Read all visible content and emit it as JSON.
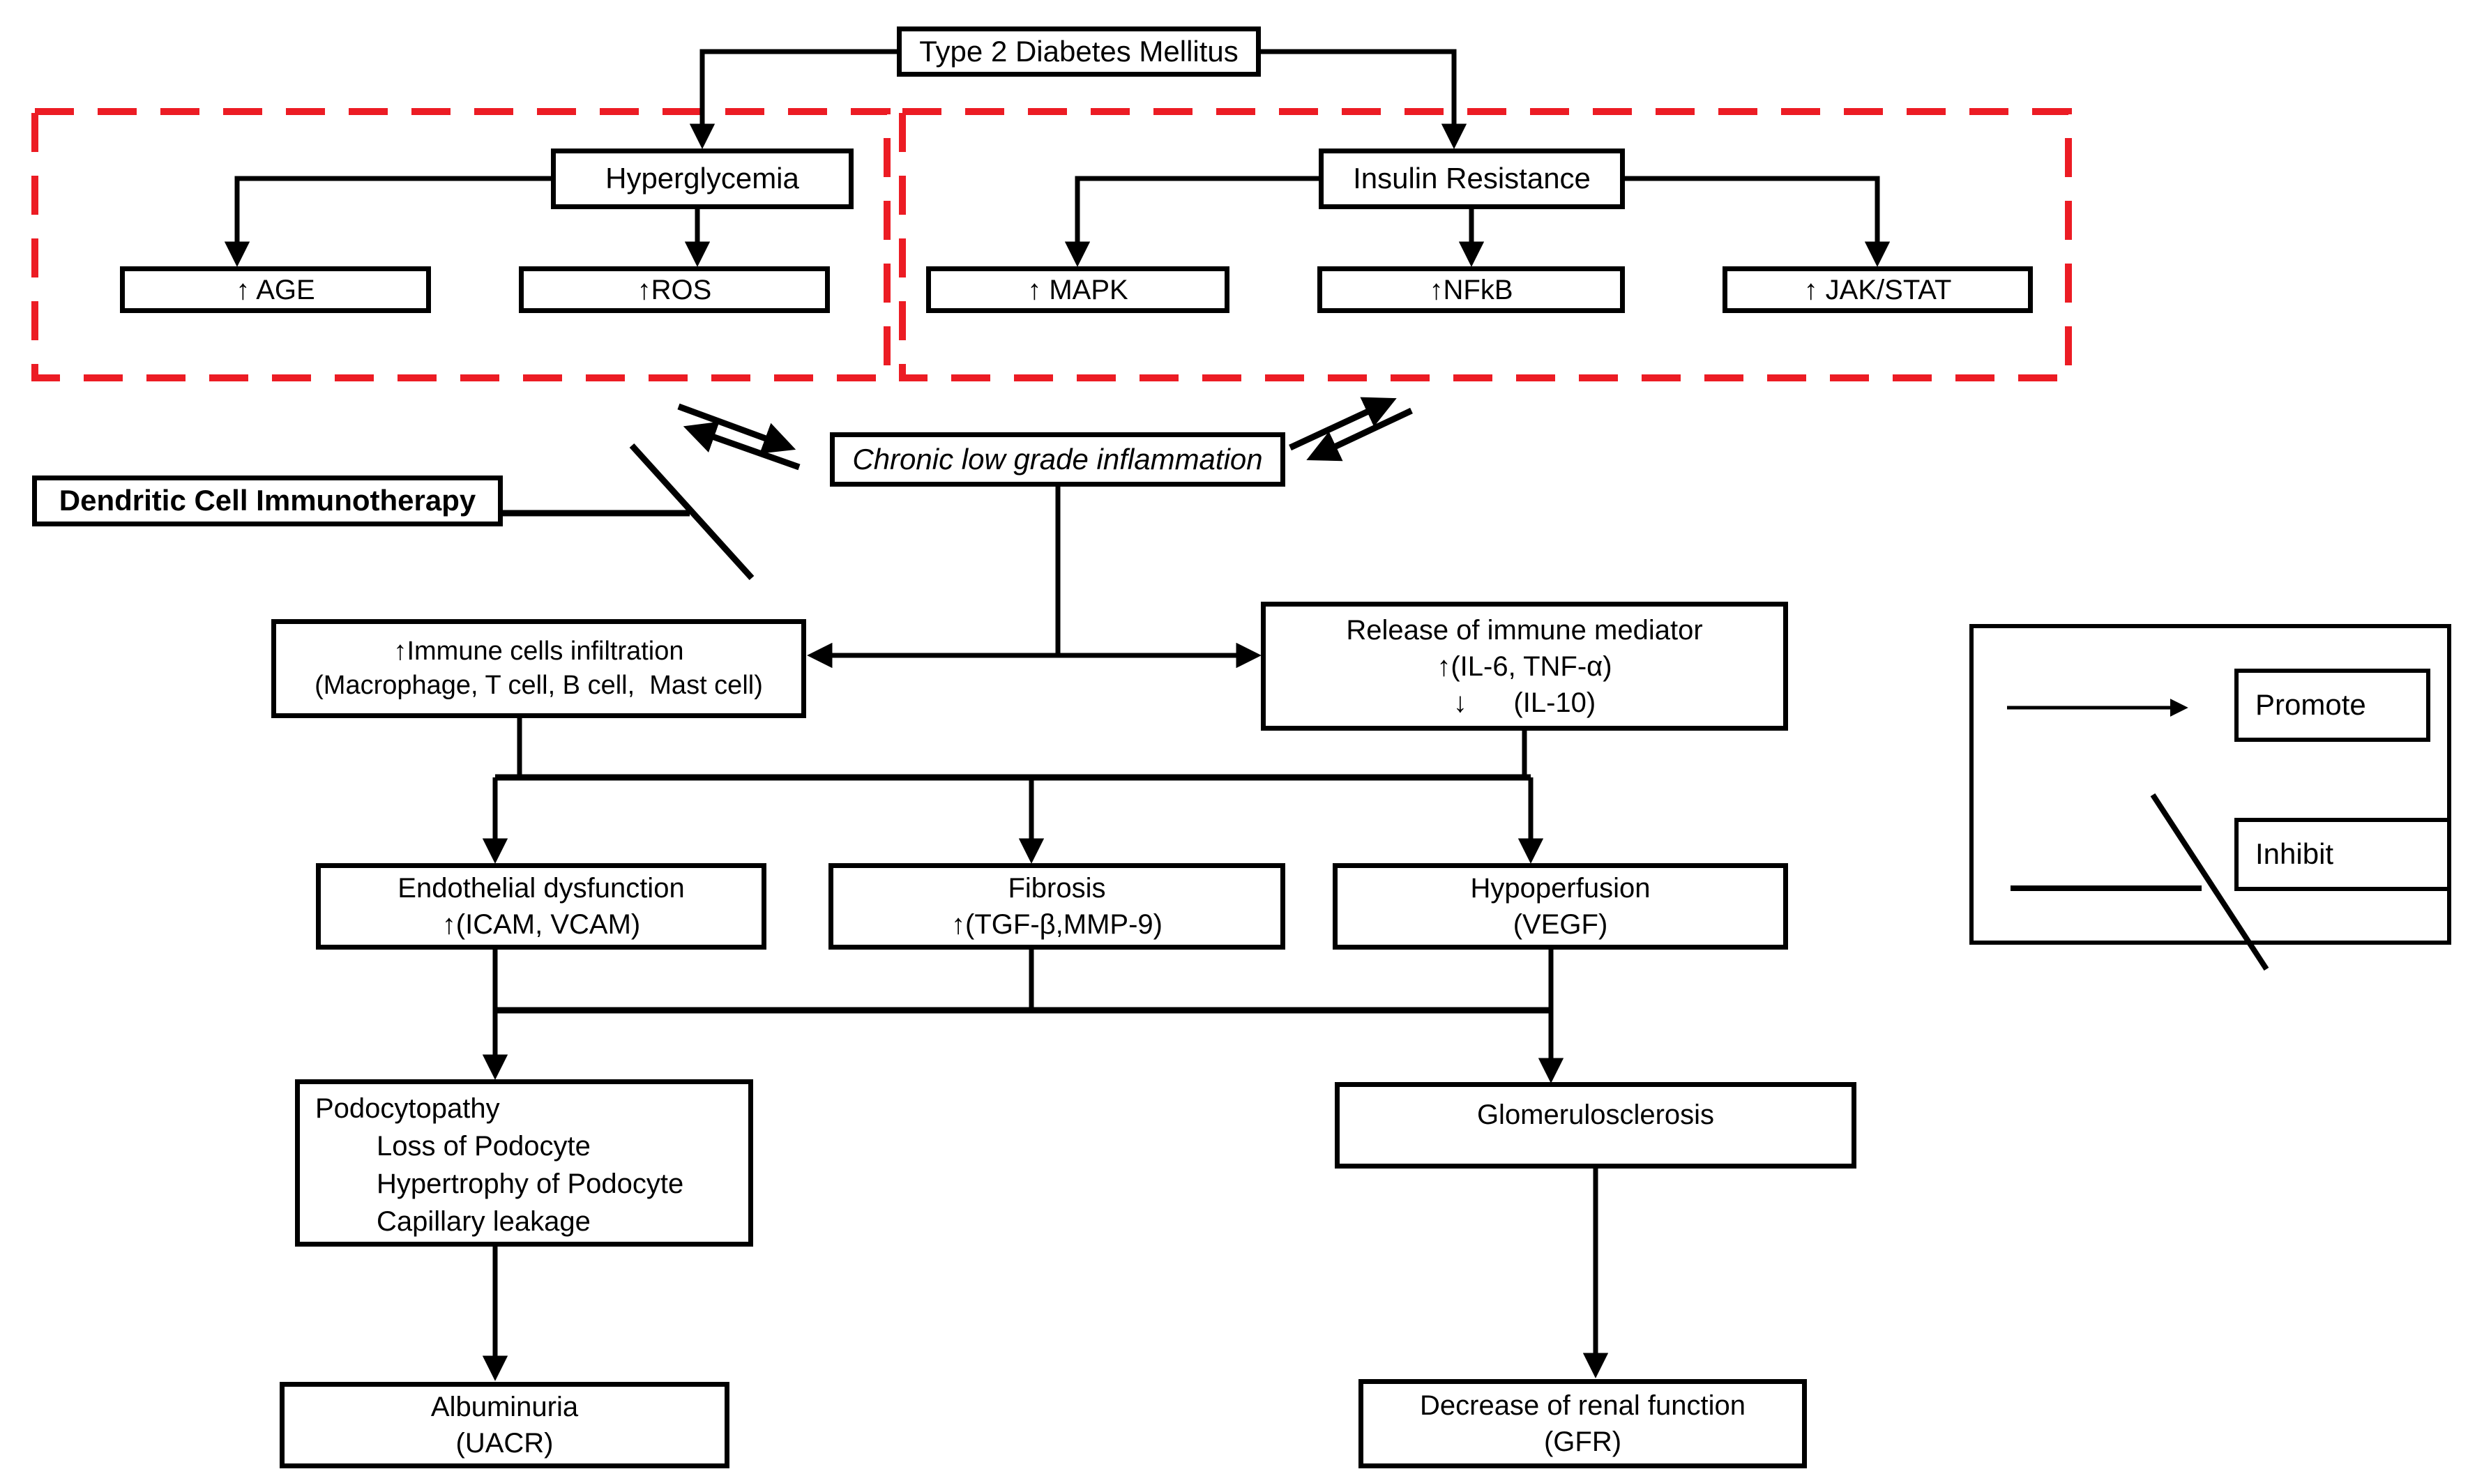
{
  "figure": {
    "background": "#ffffff",
    "line_color": "#000000",
    "dashed_box_color": "#ec1c24"
  },
  "nodes": {
    "t2dm": "Type 2 Diabetes Mellitus",
    "hyperglycemia": "Hyperglycemia",
    "age": "↑ AGE",
    "ros": "↑ROS",
    "insulin_resistance": "Insulin Resistance",
    "mapk": "↑ MAPK",
    "nfkb": "↑NFkB",
    "jak_stat": "↑ JAK/STAT",
    "chronic_inflammation": "Chronic low grade inflammation",
    "dc_immunotherapy": "Dendritic Cell Immunotherapy",
    "immune_infiltration": {
      "line1": "↑Immune cells infiltration",
      "line2": "(Macrophage, T cell, B cell,  Mast cell)"
    },
    "immune_mediator": {
      "line1": "Release of immune mediator",
      "line2": "↑(IL-6, TNF-α)",
      "line3": "↓      (IL-10)"
    },
    "endothelial_dysfunction": {
      "line1": "Endothelial dysfunction",
      "line2": "↑(ICAM, VCAM)"
    },
    "fibrosis": {
      "line1": "Fibrosis",
      "line2": "↑(TGF-β,MMP-9)"
    },
    "hypoperfusion": {
      "line1": "Hypoperfusion",
      "line2": "(VEGF)"
    },
    "podocytopathy": {
      "title": "Podocytopathy",
      "item1": "Loss of Podocyte",
      "item2": "Hypertrophy of Podocyte",
      "item3": "Capillary leakage"
    },
    "glomerulosclerosis": "Glomerulosclerosis",
    "albuminuria": {
      "line1": "Albuminuria",
      "line2": "(UACR)"
    },
    "renal_function": {
      "line1": "Decrease of renal function",
      "line2": "(GFR)"
    }
  },
  "legend": {
    "promote": "Promote",
    "inhibit": "Inhibit"
  }
}
